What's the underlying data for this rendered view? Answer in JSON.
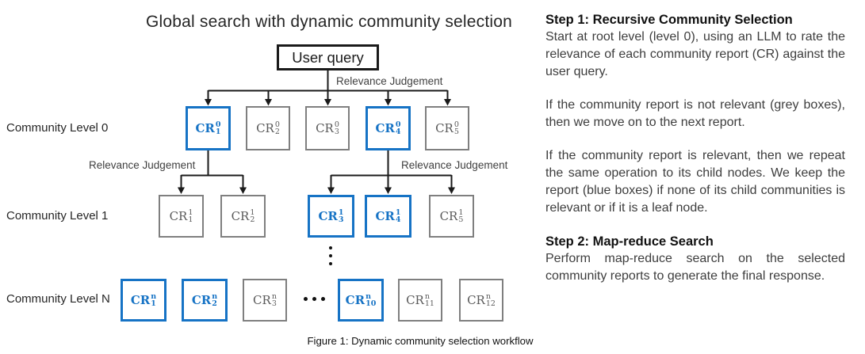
{
  "diagram": {
    "title": "Global search with dynamic community selection",
    "root": {
      "label": "User query"
    },
    "edge_label": "Relevance Judgement",
    "levels": [
      {
        "label": "Community Level 0",
        "nodes": [
          {
            "base": "CR",
            "sup": "0",
            "sub": "1",
            "state": "selected"
          },
          {
            "base": "CR",
            "sup": "0",
            "sub": "2",
            "state": "rejected"
          },
          {
            "base": "CR",
            "sup": "0",
            "sub": "3",
            "state": "rejected"
          },
          {
            "base": "CR",
            "sup": "0",
            "sub": "4",
            "state": "selected"
          },
          {
            "base": "CR",
            "sup": "0",
            "sub": "5",
            "state": "rejected"
          }
        ]
      },
      {
        "label": "Community Level 1",
        "nodes": [
          {
            "base": "CR",
            "sup": "1",
            "sub": "1",
            "state": "rejected"
          },
          {
            "base": "CR",
            "sup": "1",
            "sub": "2",
            "state": "rejected"
          },
          {
            "base": "CR",
            "sup": "1",
            "sub": "3",
            "state": "selected"
          },
          {
            "base": "CR",
            "sup": "1",
            "sub": "4",
            "state": "selected"
          },
          {
            "base": "CR",
            "sup": "1",
            "sub": "5",
            "state": "rejected"
          }
        ]
      },
      {
        "label": "Community Level N",
        "nodes": [
          {
            "base": "CR",
            "sup": "n",
            "sub": "1",
            "state": "selected"
          },
          {
            "base": "CR",
            "sup": "n",
            "sub": "2",
            "state": "selected"
          },
          {
            "base": "CR",
            "sup": "n",
            "sub": "3",
            "state": "rejected"
          },
          {
            "base": "CR",
            "sup": "n",
            "sub": "10",
            "state": "selected"
          },
          {
            "base": "CR",
            "sup": "n",
            "sub": "11",
            "state": "rejected"
          },
          {
            "base": "CR",
            "sup": "n",
            "sub": "12",
            "state": "rejected"
          }
        ]
      }
    ],
    "icons": {
      "vertical_ellipsis": "⋮",
      "horizontal_ellipsis": "•••"
    },
    "colors": {
      "selected_blue": "#1673c5",
      "rejected_grey": "#7f7f7f",
      "line_black": "#1a1a1a"
    },
    "caption": "Figure 1: Dynamic community selection workflow"
  },
  "panel": {
    "step1": {
      "heading": "Step 1: Recursive Community Selection",
      "paragraphs": [
        "Start at root level (level 0), using an LLM to rate the relevance of each community report (CR) against the user query.",
        "If the community report is not relevant (grey boxes), then we move on to the next report.",
        "If the community report is relevant, then we repeat the same operation to its child nodes. We keep the report (blue boxes) if none of its child communities is relevant or if it is a leaf node."
      ]
    },
    "step2": {
      "heading": "Step 2: Map-reduce Search",
      "paragraphs": [
        "Perform map-reduce search on the selected community reports to generate the final response."
      ]
    }
  }
}
